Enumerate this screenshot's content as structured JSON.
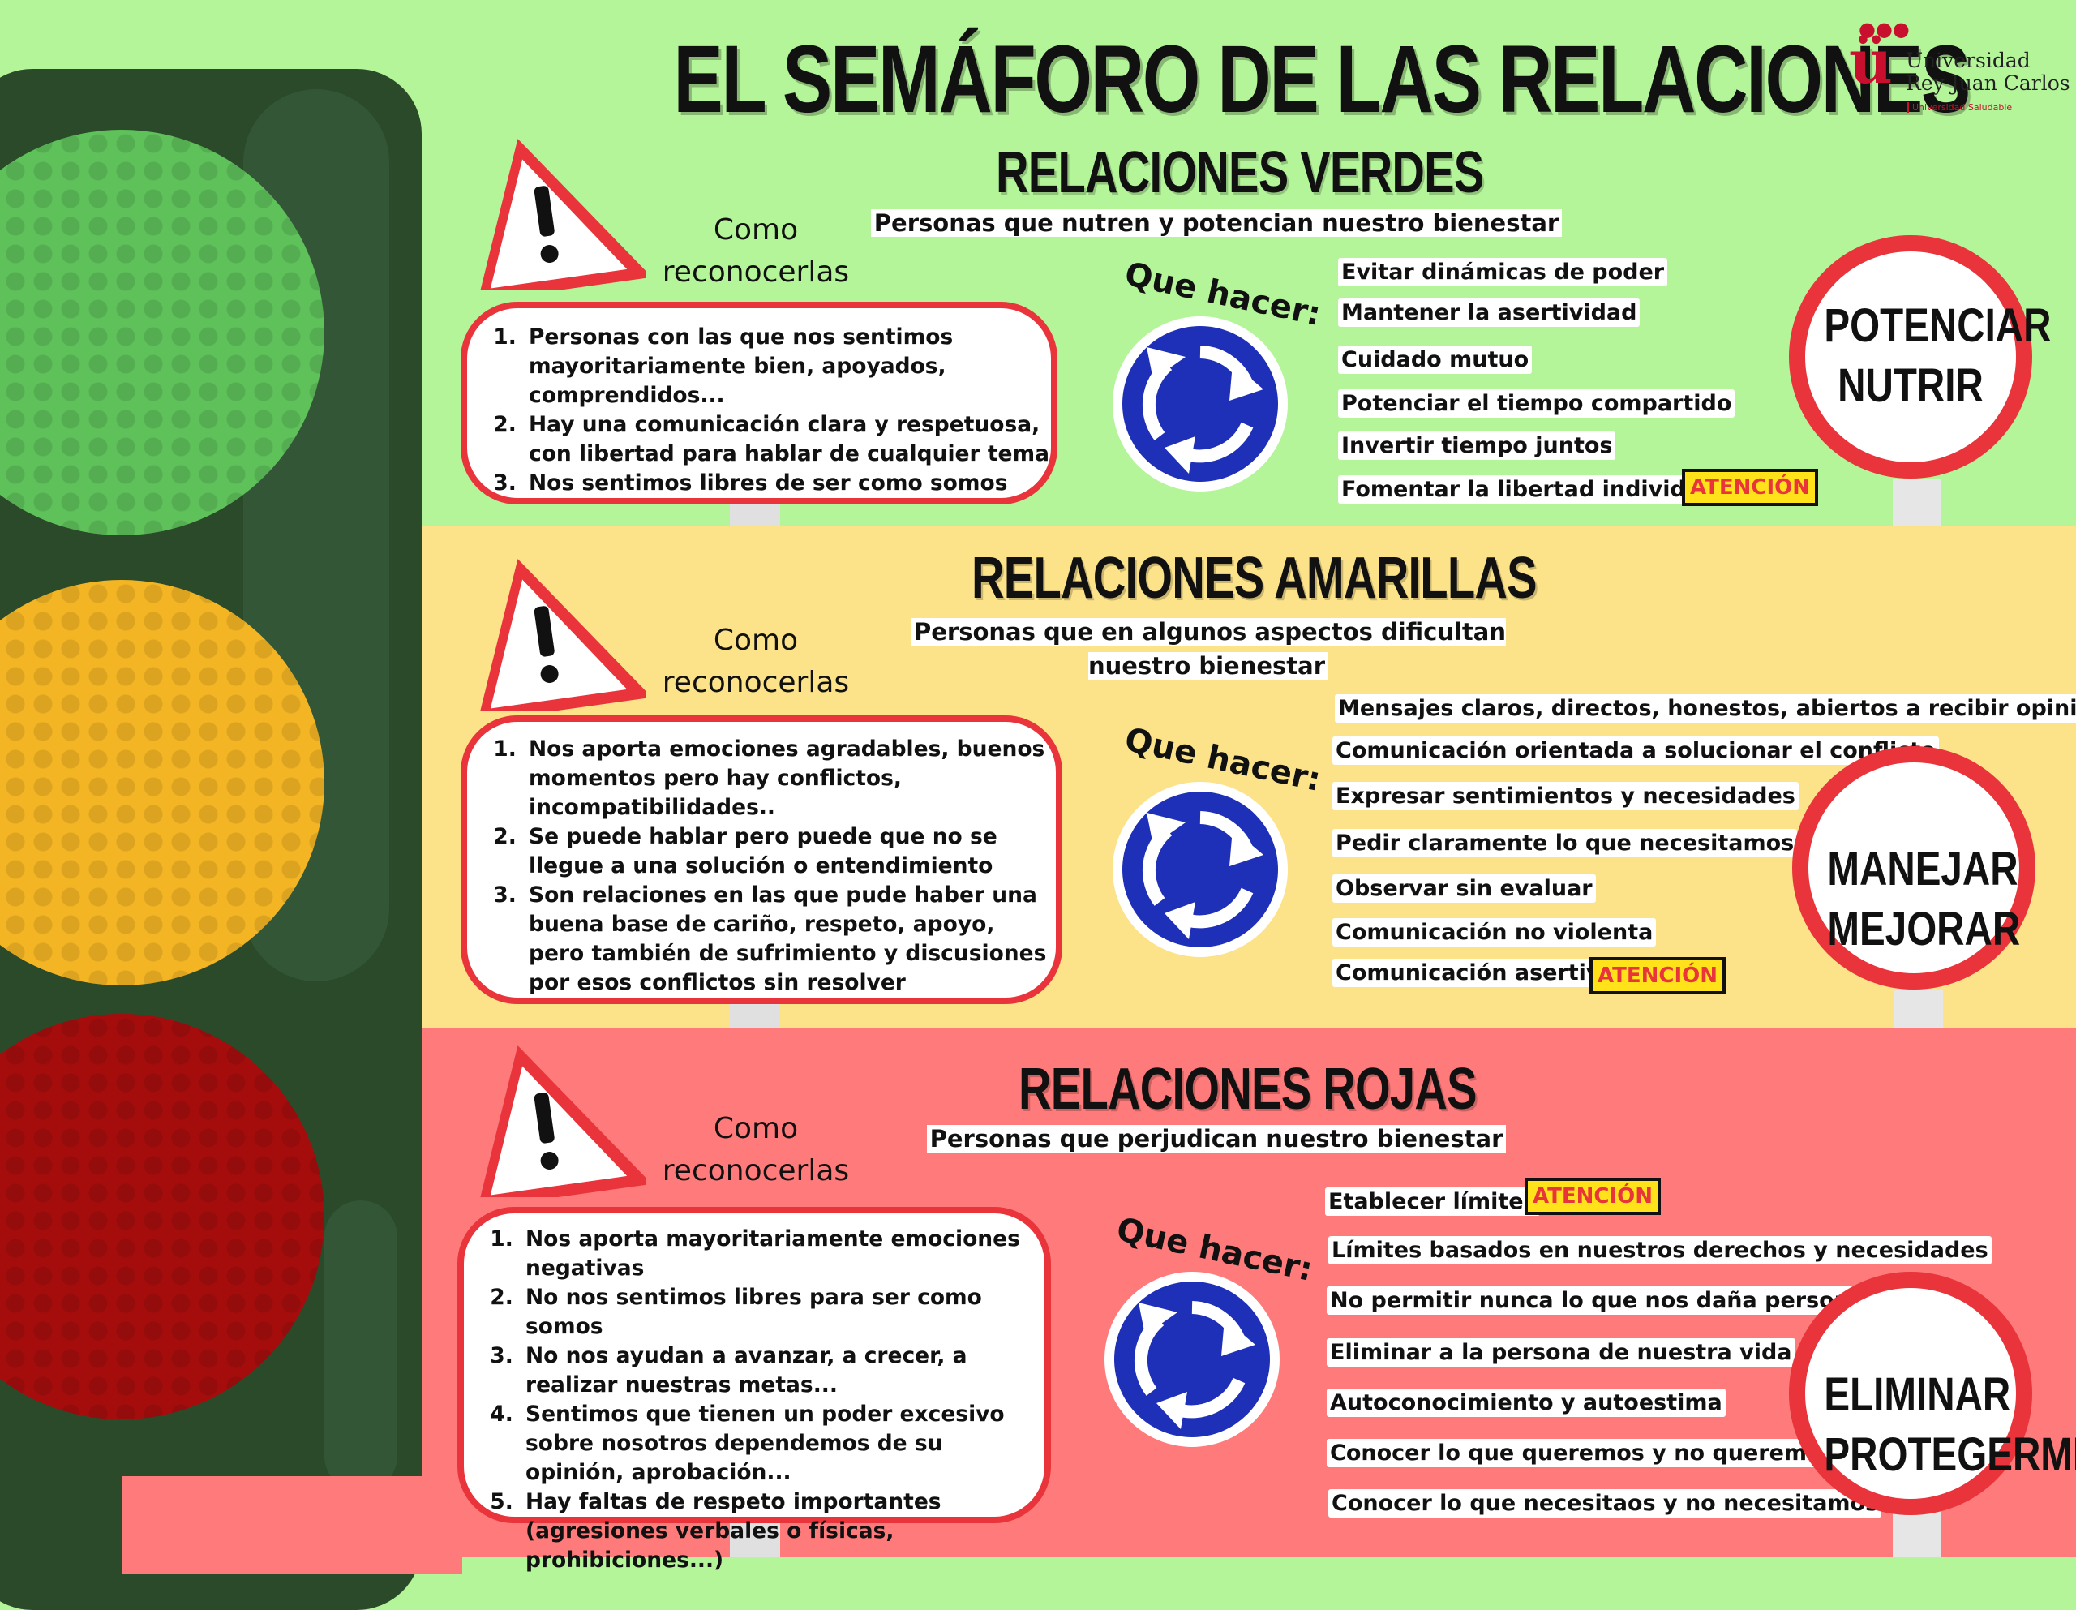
{
  "title": "EL SEMÁFORO DE LAS RELACIONES",
  "logo": {
    "line1": "Universidad",
    "line2": "Rey Juan Carlos",
    "line3": "Universidad Saludable"
  },
  "colors": {
    "green_band": "#b5f59a",
    "yellow_band": "#fce38a",
    "red_band": "#ff7a7a",
    "sign_red": "#e8343a",
    "roundabout_blue": "#1e2fb8"
  },
  "common": {
    "como_line1": "Como",
    "como_line2": "reconocerlas",
    "que_hacer": "Que hacer:",
    "atencion": "ATENCIÓN",
    "warning_icon": "warning-triangle-icon",
    "roundabout_icon": "roundabout-sign-icon"
  },
  "green": {
    "title": "RELACIONES VERDES",
    "subtitle": "Personas que nutren y potencian nuestro bienestar",
    "list": [
      "Personas con las que nos sentimos mayoritariamente bien, apoyados, comprendidos...",
      "Hay una comunicación clara y respetuosa, con libertad para hablar de cualquier tema",
      "Nos sentimos libres de ser como somos"
    ],
    "actions": [
      "Evitar dinámicas de poder",
      "Mantener la asertividad",
      "Cuidado mutuo",
      "Potenciar el tiempo compartido",
      "Invertir tiempo juntos",
      "Fomentar la libertad individual"
    ],
    "sign_line1": "POTENCIAR",
    "sign_line2": "NUTRIR"
  },
  "yellow": {
    "title": "RELACIONES AMARILLAS",
    "subtitle": "Personas que en algunos aspectos dificultan nuestro bienestar",
    "list": [
      "Nos aporta emociones agradables, buenos momentos pero hay conflictos, incompatibilidades..",
      "Se puede hablar pero puede que no se llegue a una solución o entendimiento",
      "Son relaciones en las que pude haber una buena base de cariño, respeto, apoyo, pero también de sufrimiento y discusiones por esos conflictos sin resolver"
    ],
    "actions": [
      "Mensajes claros, directos, honestos, abiertos a recibir opiniones",
      "Comunicación orientada a solucionar el conflicto",
      "Expresar sentimientos y necesidades",
      "Pedir claramente lo que necesitamos",
      "Observar sin evaluar",
      "Comunicación no violenta",
      "Comunicación asertiva"
    ],
    "sign_line1": "MANEJAR",
    "sign_line2": "MEJORAR"
  },
  "red": {
    "title": "RELACIONES ROJAS",
    "subtitle": "Personas que perjudican nuestro bienestar",
    "list": [
      "Nos aporta mayoritariamente emociones negativas",
      "No nos sentimos libres para ser como somos",
      "No nos ayudan a avanzar, a crecer, a realizar nuestras metas...",
      "Sentimos que tienen un poder excesivo sobre nosotros dependemos de su opinión, aprobación...",
      "Hay faltas de respeto importantes (agresiones verbales o físicas, prohibiciones...)"
    ],
    "actions": [
      "Etablecer límites",
      "Límites basados en nuestros derechos y necesidades",
      "No permitir nunca lo que nos daña persona",
      "Eliminar a la persona de nuestra vida",
      "Autoconocimiento y autoestima",
      "Conocer lo que queremos y no queremos",
      "Conocer lo que necesitaos y no necesitamos"
    ],
    "sign_line1": "ELIMINAR",
    "sign_line2": "PROTEGERME"
  }
}
